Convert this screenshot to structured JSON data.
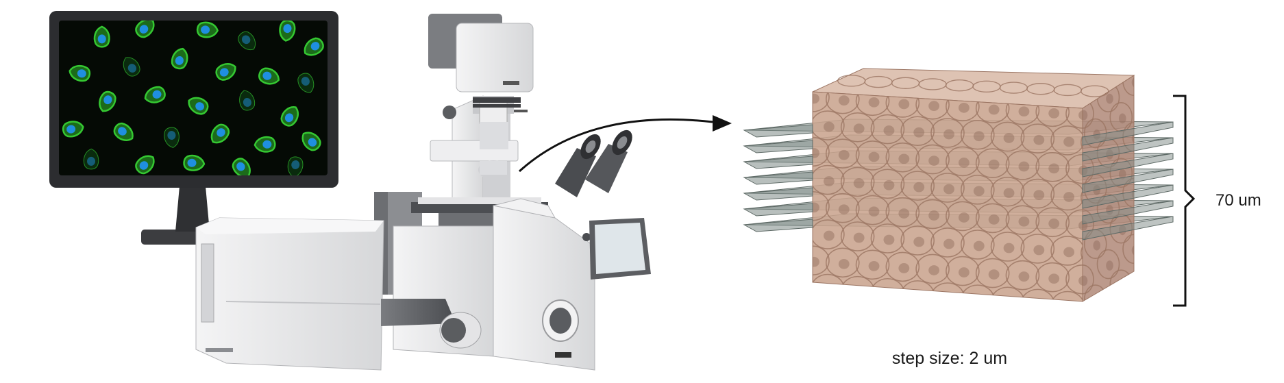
{
  "diagram": {
    "labels": {
      "step_size": "step size: 2 um",
      "stack_height": "70 um"
    },
    "monitor": {
      "cells": [
        [
          0.16,
          0.11
        ],
        [
          0.32,
          0.05
        ],
        [
          0.55,
          0.06
        ],
        [
          0.7,
          0.13
        ],
        [
          0.85,
          0.06
        ],
        [
          0.95,
          0.17
        ],
        [
          0.08,
          0.34
        ],
        [
          0.27,
          0.3
        ],
        [
          0.45,
          0.25
        ],
        [
          0.62,
          0.33
        ],
        [
          0.78,
          0.36
        ],
        [
          0.92,
          0.4
        ],
        [
          0.18,
          0.52
        ],
        [
          0.36,
          0.48
        ],
        [
          0.52,
          0.55
        ],
        [
          0.7,
          0.52
        ],
        [
          0.86,
          0.62
        ],
        [
          0.05,
          0.7
        ],
        [
          0.24,
          0.72
        ],
        [
          0.42,
          0.75
        ],
        [
          0.6,
          0.73
        ],
        [
          0.77,
          0.8
        ],
        [
          0.94,
          0.78
        ],
        [
          0.12,
          0.9
        ],
        [
          0.32,
          0.93
        ],
        [
          0.5,
          0.92
        ],
        [
          0.68,
          0.95
        ],
        [
          0.88,
          0.94
        ]
      ],
      "colors": {
        "screen": "#050a05",
        "membrane": "#35c832",
        "nucleus": "#1f8fe0"
      }
    },
    "cube": {
      "face_front": "#c9a48e",
      "face_side": "#b08878",
      "face_top": "#d8b9a6",
      "cell_edge": "#9b7563",
      "slices": 7,
      "slice_color": "#7d8a86"
    },
    "colors": {
      "arrow": "#111111",
      "bracket": "#111111",
      "microscope_body": "#e9e9ea",
      "microscope_dark": "#5b5d60"
    }
  }
}
